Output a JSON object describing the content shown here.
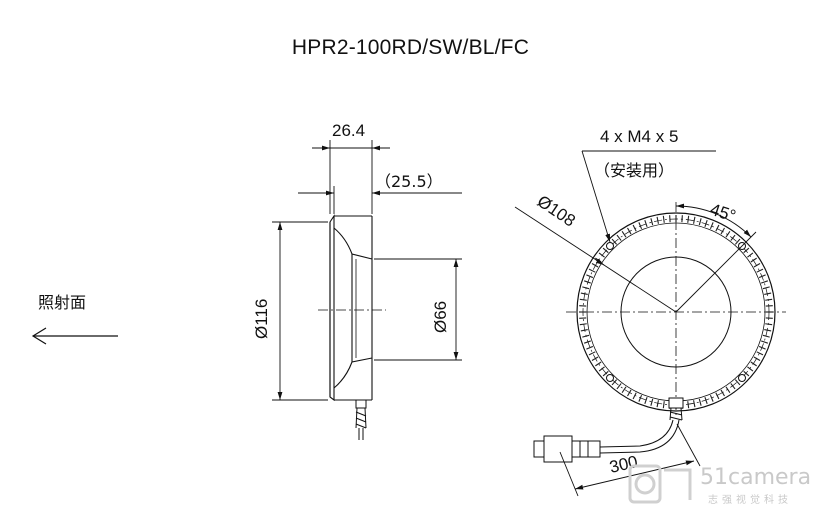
{
  "title": "HPR2-100RD/SW/BL/FC",
  "side_view": {
    "width_label": "26.4",
    "inner_width_label": "（25.5）",
    "outer_diameter_label": "Ø116",
    "inner_diameter_label": "Ø66"
  },
  "front_view": {
    "screw_label": "4 x M4 x 5",
    "screw_note": "（安装用）",
    "pcd_label": "Ø108",
    "angle_label": "45°",
    "cable_length_label": "300"
  },
  "direction_label": "照射面",
  "watermark": {
    "brand": "51camera",
    "tagline": "志强视觉科技"
  }
}
